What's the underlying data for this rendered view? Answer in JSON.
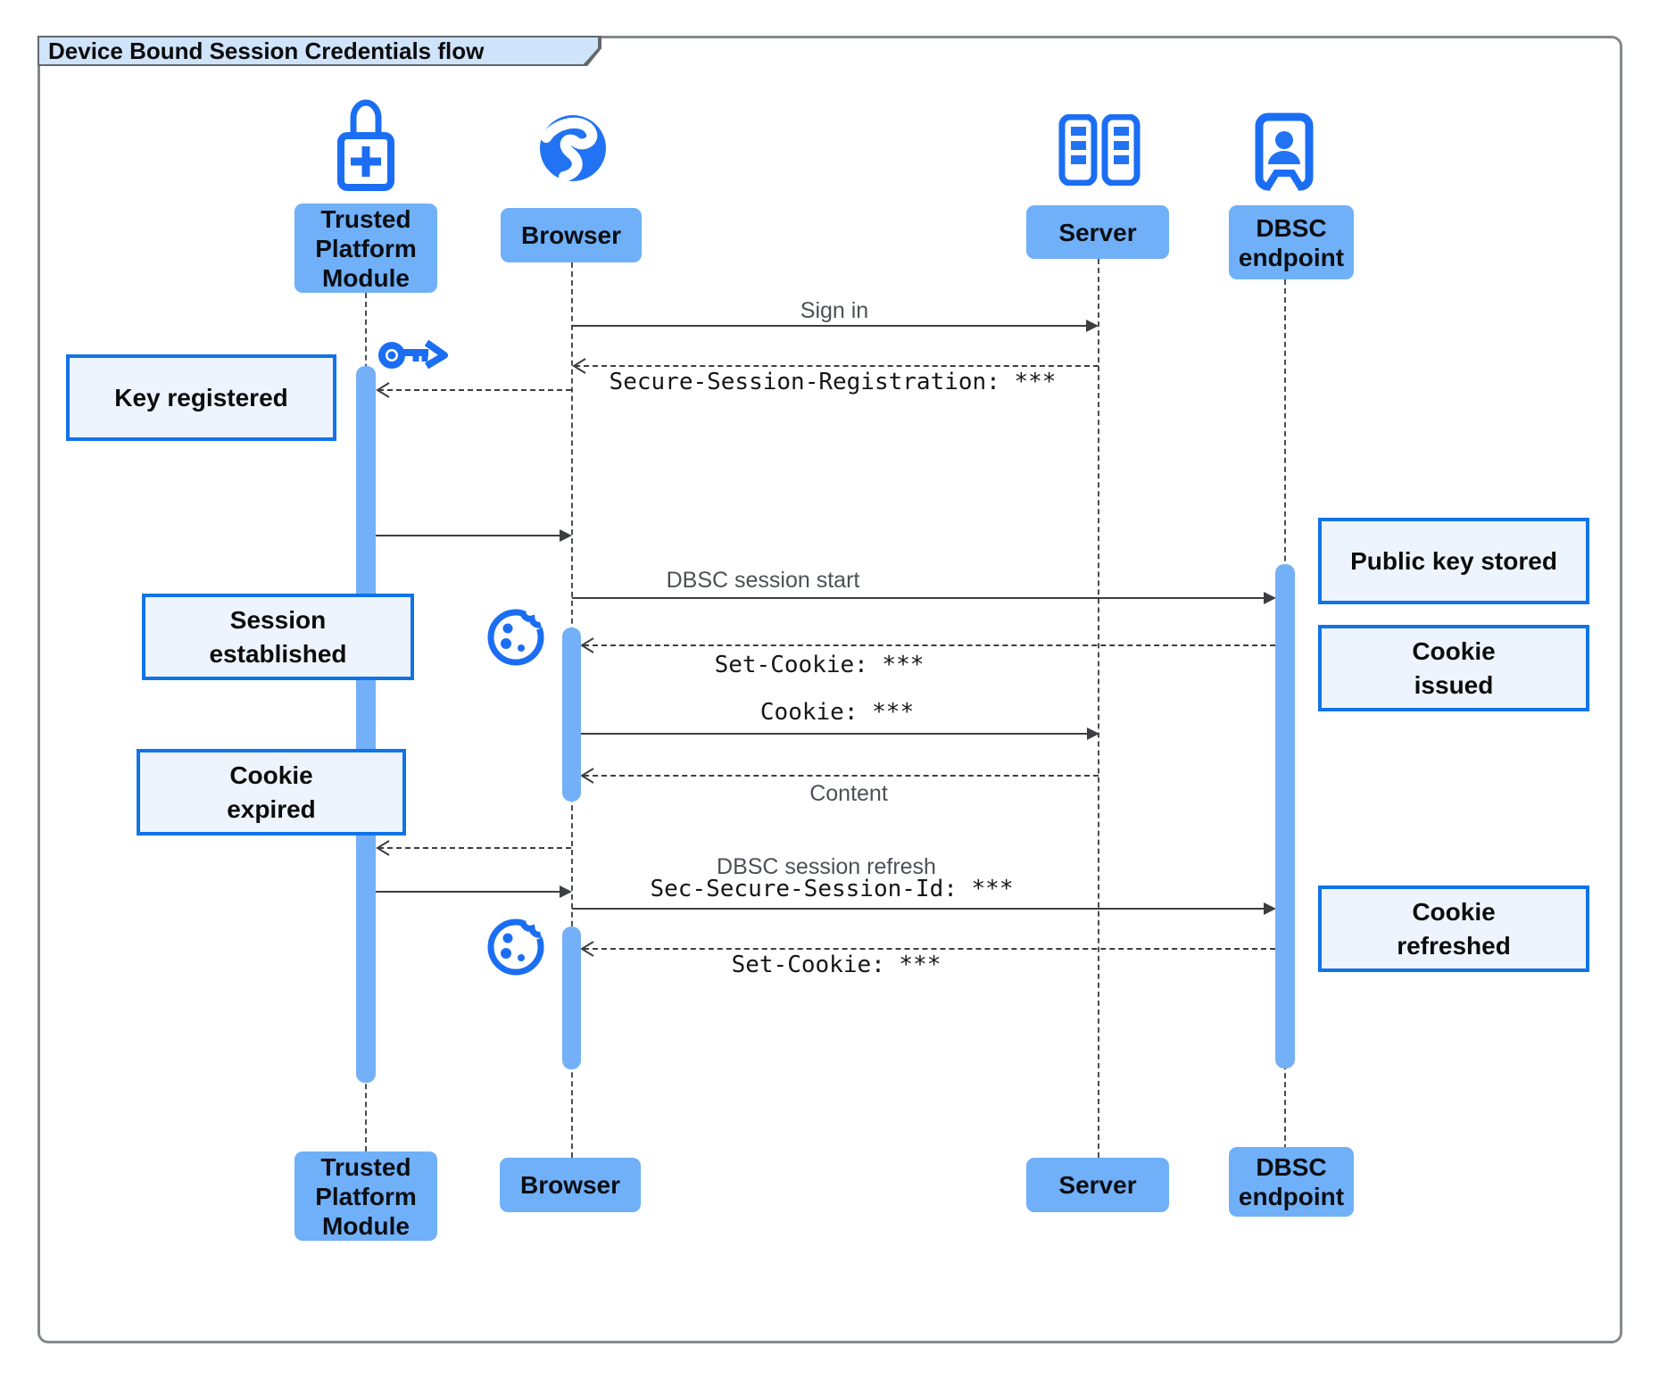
{
  "title": "Device Bound Session Credentials flow",
  "participants": {
    "tpm": {
      "label": "Trusted\nPlatform\nModule",
      "icon": "lock-plus-icon"
    },
    "browser": {
      "label": "Browser",
      "icon": "globe-icon"
    },
    "server": {
      "label": "Server",
      "icon": "server-rack-icon"
    },
    "dbsc": {
      "label": "DBSC\nendpoint",
      "icon": "badge-person-icon"
    }
  },
  "messages": {
    "sign_in": "Sign in",
    "session_registration": "Secure-Session-Registration: ***",
    "dbsc_session_start": "DBSC session start",
    "set_cookie_1": "Set-Cookie: ***",
    "cookie": "Cookie: ***",
    "content": "Content",
    "dbsc_session_refresh": "DBSC session refresh",
    "sec_secure_session_id": "Sec-Secure-Session-Id: ***",
    "set_cookie_2": "Set-Cookie: ***"
  },
  "notes": {
    "key_registered": "Key registered",
    "session_established": "Session\nestablished",
    "cookie_expired": "Cookie\nexpired",
    "public_key_stored": "Public key stored",
    "cookie_issued": "Cookie\nissued",
    "cookie_refreshed": "Cookie\nrefreshed"
  },
  "decoration_icons": {
    "key": "key-icon",
    "cookie_first": "cookie-icon",
    "cookie_second": "cookie-icon"
  },
  "colors": {
    "icon_blue": "#1b6ef3",
    "participant_fill": "#6fb0f8",
    "activation_fill": "#74b0f7",
    "note_fill": "#edf4fd",
    "note_border": "#1173e8",
    "tab_fill": "#cfe3fb",
    "line": "#3c3e41",
    "label_gray": "#4d5156"
  }
}
